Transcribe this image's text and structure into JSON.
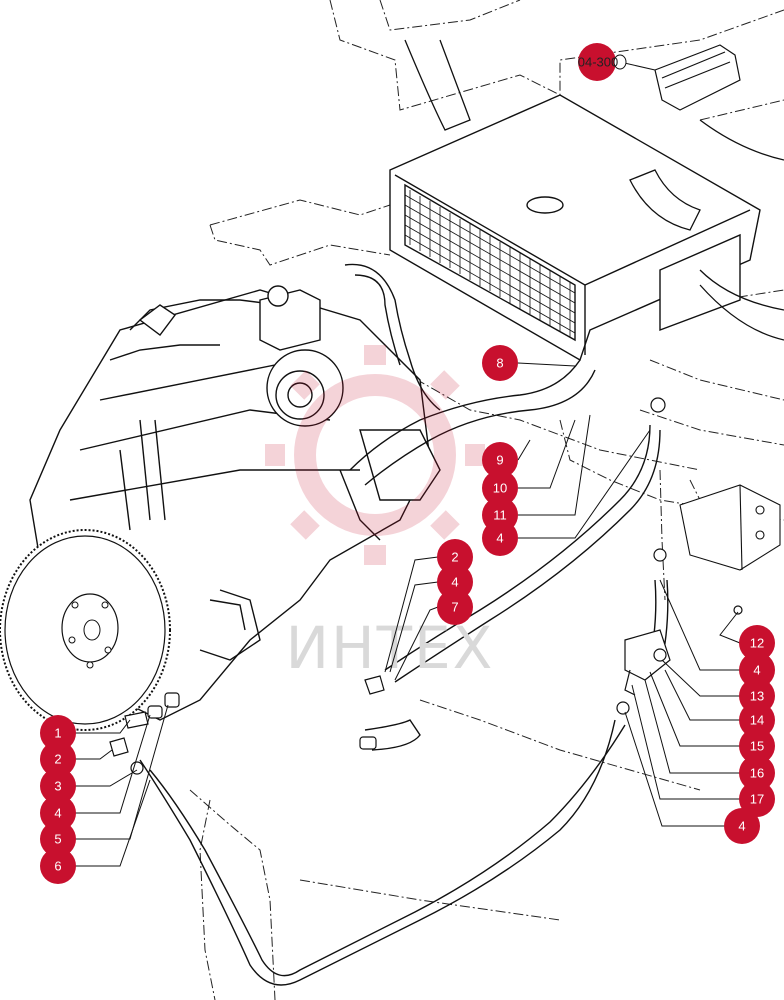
{
  "diagram": {
    "watermark_text": "ИНТЕХ",
    "reference_label": "04-300",
    "callout_color": "#c8102e",
    "line_color": "#1a1a1a",
    "callouts": [
      {
        "id": "c8",
        "label": "8"
      },
      {
        "id": "c9",
        "label": "9"
      },
      {
        "id": "c10",
        "label": "10"
      },
      {
        "id": "c11",
        "label": "11"
      },
      {
        "id": "c4a",
        "label": "4"
      },
      {
        "id": "c2a",
        "label": "2"
      },
      {
        "id": "c4b",
        "label": "4"
      },
      {
        "id": "c7",
        "label": "7"
      },
      {
        "id": "c12",
        "label": "12"
      },
      {
        "id": "c4c",
        "label": "4"
      },
      {
        "id": "c13",
        "label": "13"
      },
      {
        "id": "c14",
        "label": "14"
      },
      {
        "id": "c15",
        "label": "15"
      },
      {
        "id": "c16",
        "label": "16"
      },
      {
        "id": "c17",
        "label": "17"
      },
      {
        "id": "c4d",
        "label": "4"
      },
      {
        "id": "c1",
        "label": "1"
      },
      {
        "id": "c2b",
        "label": "2"
      },
      {
        "id": "c3",
        "label": "3"
      },
      {
        "id": "c4e",
        "label": "4"
      },
      {
        "id": "c5",
        "label": "5"
      },
      {
        "id": "c6",
        "label": "6"
      }
    ]
  }
}
